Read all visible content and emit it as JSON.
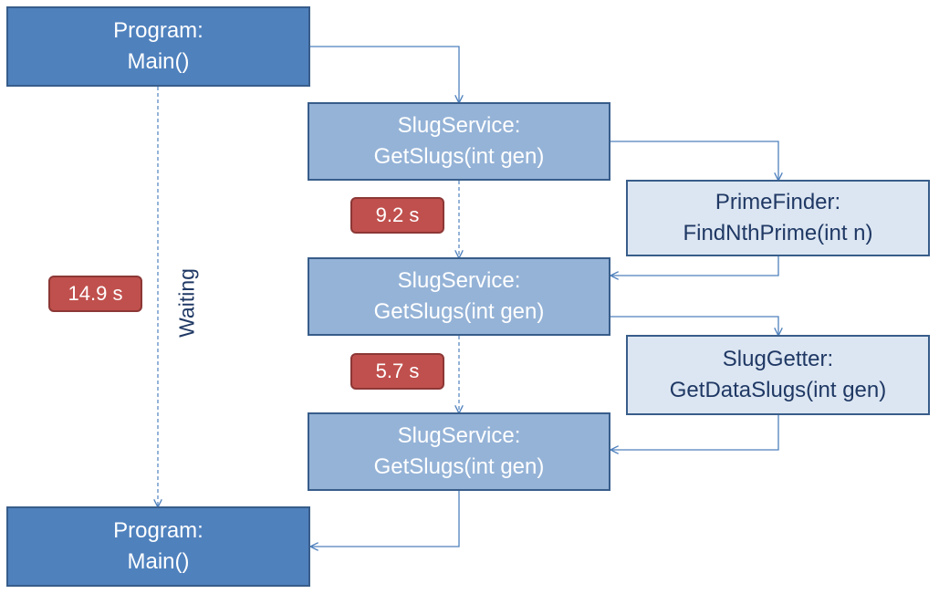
{
  "nodes": {
    "main_top": {
      "line1": "Program:",
      "line2": "Main()"
    },
    "service_1": {
      "line1": "SlugService:",
      "line2": "GetSlugs(int gen)"
    },
    "prime_finder": {
      "line1": "PrimeFinder:",
      "line2": "FindNthPrime(int n)"
    },
    "service_2": {
      "line1": "SlugService:",
      "line2": "GetSlugs(int gen)"
    },
    "slug_getter": {
      "line1": "SlugGetter:",
      "line2": "GetDataSlugs(int gen)"
    },
    "service_3": {
      "line1": "SlugService:",
      "line2": "GetSlugs(int gen)"
    },
    "main_bottom": {
      "line1": "Program:",
      "line2": "Main()"
    }
  },
  "timings": {
    "total": "14.9 s",
    "step_1": "9.2 s",
    "step_2": "5.7 s"
  },
  "waiting_label": "Waiting",
  "colors": {
    "main_fill": "#4f81bd",
    "service_fill": "#95b3d7",
    "helper_fill": "#dce6f2",
    "border": "#385d8a",
    "badge_fill": "#c0504d",
    "arrow": "#4f81bd"
  }
}
